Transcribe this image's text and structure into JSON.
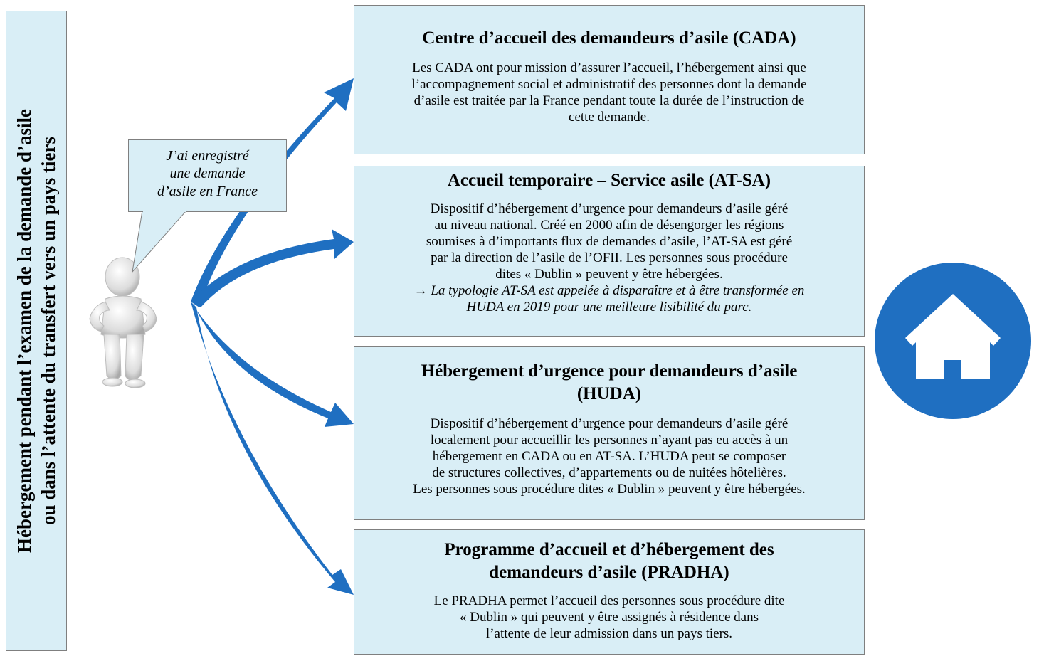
{
  "sidebar": {
    "line1": "Hébergement pendant l’examen de la demande d’asile",
    "line2": "ou dans l’attente du transfert vers un pays tiers"
  },
  "bubble": {
    "lines": [
      "J’ai enregistré",
      "une demande",
      "d’asile en France"
    ]
  },
  "boxes": [
    {
      "title": "Centre d’accueil des demandeurs d’asile (CADA)",
      "lines": [
        "Les CADA ont pour mission d’assurer l’accueil, l’hébergement ainsi que",
        "l’accompagnement social et administratif des personnes dont la demande",
        "d’asile est traitée par la France pendant toute la durée de l’instruction de",
        "cette demande."
      ]
    },
    {
      "title": "Accueil temporaire – Service asile (AT-SA)",
      "lines": [
        "Dispositif d’hébergement d’urgence pour demandeurs d’asile géré",
        "au niveau national. Créé en 2000 afin de désengorger les régions",
        "soumises à d’importants flux de demandes d’asile, l’AT-SA est géré",
        "par la direction de l’asile de l’OFII. Les personnes sous procédure",
        "dites « Dublin » peuvent y être hébergées."
      ],
      "note_lines": [
        "→ La typologie AT-SA est appelée à disparaître et à être transformée en",
        "HUDA en 2019 pour une meilleure lisibilité du parc."
      ]
    },
    {
      "title_lines": [
        "Hébergement d’urgence pour demandeurs d’asile",
        "(HUDA)"
      ],
      "lines": [
        "Dispositif d’hébergement d’urgence pour demandeurs d’asile géré",
        "localement pour accueillir les personnes n’ayant pas eu accès à un",
        "hébergement en CADA ou en AT-SA. L’HUDA peut se composer",
        "de structures collectives, d’appartements ou de nuitées hôtelières.",
        "Les personnes sous procédure dites « Dublin » peuvent y être hébergées."
      ]
    },
    {
      "title_lines": [
        "Programme d’accueil et d’hébergement des",
        "demandeurs d’asile (PRADHA)"
      ],
      "lines": [
        "Le PRADHA permet l’accueil des personnes sous procédure dite",
        "« Dublin » qui peuvent y être assignés à résidence dans",
        "l’attente de leur admission dans un pays tiers."
      ]
    }
  ],
  "icons": {
    "person": "person-figure-icon",
    "house": "home-icon"
  },
  "colors": {
    "box_fill": "#d9eef6",
    "arrow": "#1f6fc1",
    "house_circle": "#1f6fc1"
  }
}
